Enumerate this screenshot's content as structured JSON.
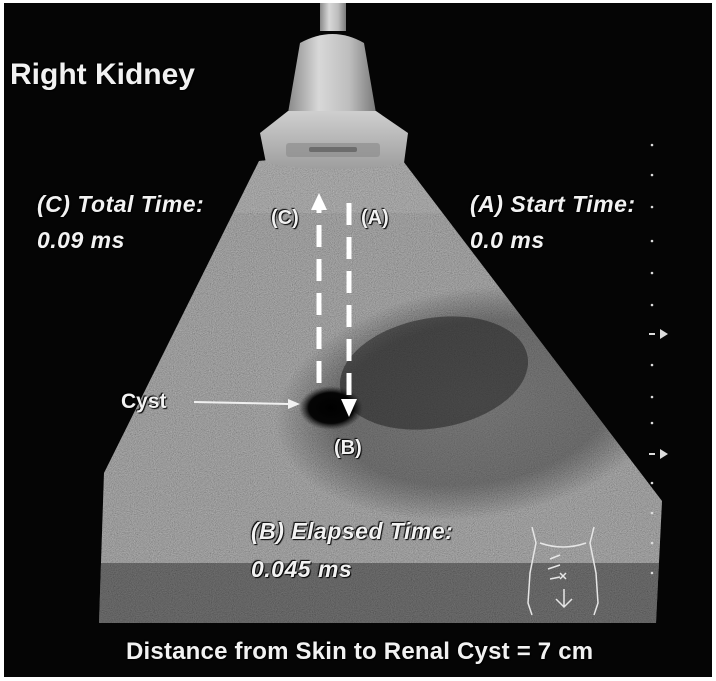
{
  "title": "Right Kidney",
  "labels": {
    "total_time": "(C) Total Time:",
    "total_time_value": "0.09 ms",
    "start_time": "(A) Start Time:",
    "start_time_value": "0.0 ms",
    "elapsed_time": "(B) Elapsed Time:",
    "elapsed_time_value": "0.045 ms",
    "marker_c": "(C)",
    "marker_a": "(A)",
    "marker_b": "(B)",
    "cyst": "Cyst"
  },
  "footer": "Distance from Skin to Renal Cyst = 7 cm",
  "icons": {
    "transducer": "ultrasound-transducer-icon",
    "body_marker": "torso-body-marker-icon"
  },
  "colors": {
    "background": "#050505",
    "text": "#f2f2f2",
    "frame": "#ffffff"
  }
}
